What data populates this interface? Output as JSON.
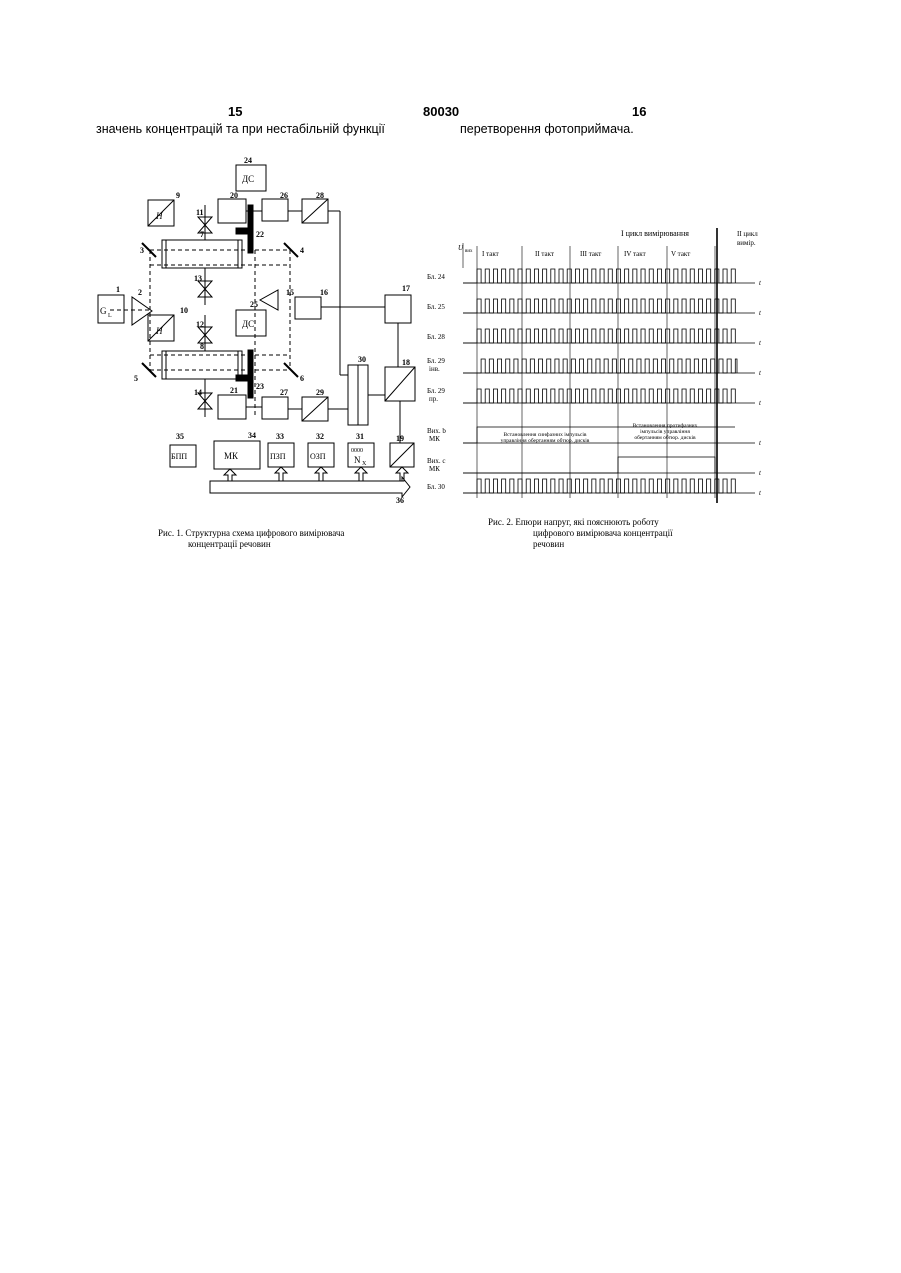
{
  "header": {
    "page_left": "15",
    "patent_number": "80030",
    "page_right": "16"
  },
  "text": {
    "left_line": "значень концентрацій та при нестабільній функції",
    "right_line": "перетворення фотоприймача."
  },
  "figure1": {
    "caption_line1": "Рис. 1. Структурна схема цифрового вимірювача",
    "caption_line2": "концентрації речовин",
    "blocks": {
      "b1": "G",
      "b1_sub": "L",
      "b9": "H",
      "b10": "H",
      "b24": "ДС",
      "b25": "ДС",
      "b34": "МК",
      "b35": "БПП",
      "b33": "ПЗП",
      "b32": "ОЗП",
      "b31_top": "0000",
      "b31": "N",
      "b31_sub": "X"
    },
    "numbers": [
      "1",
      "2",
      "3",
      "4",
      "5",
      "6",
      "7",
      "8",
      "9",
      "10",
      "11",
      "12",
      "13",
      "14",
      "15",
      "16",
      "17",
      "18",
      "19",
      "20",
      "21",
      "22",
      "23",
      "24",
      "25",
      "26",
      "27",
      "28",
      "29",
      "30",
      "31",
      "32",
      "33",
      "34",
      "35",
      "36"
    ]
  },
  "figure2": {
    "caption_line1": "Рис.   2.   Епюри  напруг,  які  пояснюють  роботу",
    "caption_line2": "цифрового     вимірювача     концентрації",
    "caption_line3": "речовин",
    "cycle1": "І цикл вимірювання",
    "cycle2_line1": "ІІ цикл",
    "cycle2_line2": "вимір.",
    "y_label": "U",
    "y_label_sub": "вих",
    "x_label": "t",
    "tacts": [
      "І такт",
      "ІІ такт",
      "ІІІ такт",
      "IV такт",
      "V такт"
    ],
    "rows": [
      {
        "label1": "Бл. 24",
        "label2": ""
      },
      {
        "label1": "Бл. 25",
        "label2": ""
      },
      {
        "label1": "Бл. 28",
        "label2": ""
      },
      {
        "label1": "Бл. 29",
        "label2": "інв."
      },
      {
        "label1": "Бл. 29",
        "label2": "пр."
      },
      {
        "label1": "Вих. b",
        "label2": "МК"
      },
      {
        "label1": "Вих. c",
        "label2": "МК"
      },
      {
        "label1": "Бл. 30",
        "label2": ""
      }
    ],
    "note_left_line1": "Встановлення синфазних імпульсів",
    "note_left_line2": "управління обертанням обтюр. дисків",
    "note_right_line1": "Встановлення протифазних",
    "note_right_line2": "імпульсів управління",
    "note_right_line3": "обертанням обтюр. дисків"
  }
}
